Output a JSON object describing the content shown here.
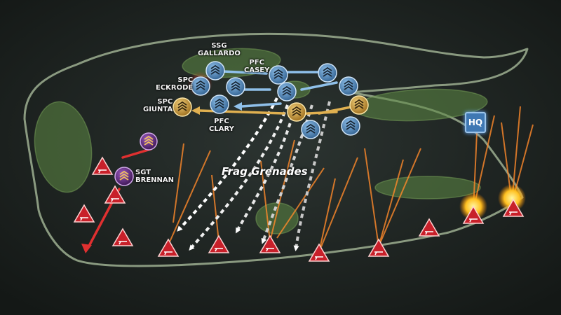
{
  "map": {
    "units": {
      "ssg_gallardo": {
        "rank": "SSG",
        "name": "GALLARDO"
      },
      "pfc_casey": {
        "rank": "PFC",
        "name": "CASEY"
      },
      "spc_eckrode": {
        "rank": "SPC",
        "name": "ECKRODE"
      },
      "spc_giunta": {
        "rank": "SPC",
        "name": "GIUNTA"
      },
      "pfc_clary": {
        "rank": "PFC",
        "name": "CLARY"
      },
      "sgt_brennan": {
        "rank": "SGT",
        "name": "BRENNAN"
      }
    },
    "annotation_frag": "Frag Grenades",
    "hq_label": "HQ",
    "colors": {
      "background": "#1c2220",
      "terrain_outline": "#8a9a80",
      "vegetation": "#5f8a45",
      "friendly_blue": "#4f86b8",
      "friendly_gold": "#c89a3a",
      "enemy_red": "#c8202a",
      "enemy_fire": "#ff8a2a",
      "sergeant_purple": "#5a2a78"
    },
    "icons": [
      "rank-chevron-icon",
      "hq-icon",
      "enemy-triangle-icon",
      "rifle-icon"
    ]
  }
}
